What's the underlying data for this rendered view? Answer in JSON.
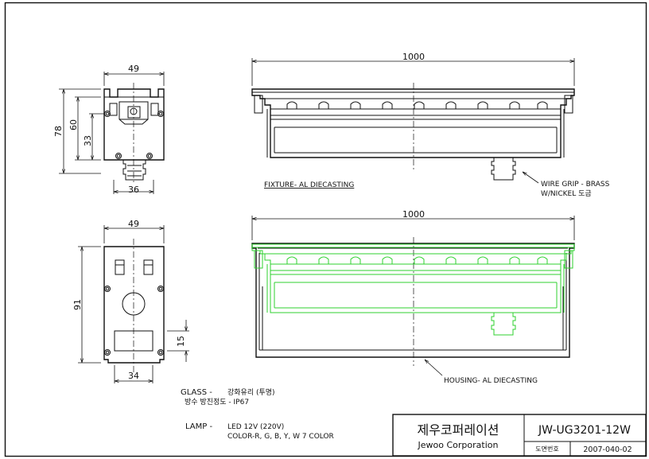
{
  "dimensions": {
    "top_end": {
      "width": "49",
      "height_total": "78",
      "height_mid": "60",
      "height_low": "33",
      "base_width": "36"
    },
    "side_top": {
      "length": "1000"
    },
    "side_bottom": {
      "length": "1000"
    },
    "bottom_end": {
      "width": "49",
      "height": "91",
      "window_h": "15",
      "base_width": "34"
    }
  },
  "labels": {
    "fixture": "FIXTURE- AL DIECASTING",
    "wire_grip_1": "WIRE GRIP - BRASS",
    "wire_grip_2": "W/NICKEL 도금",
    "housing": "HOUSING- AL DIECASTING"
  },
  "notes": {
    "glass_label": "GLASS  -",
    "glass_1": "강화유리 (투명)",
    "glass_2": "방수 방진정도 - IP67",
    "lamp_label": "LAMP  -",
    "lamp_1": "LED 12V (220V)",
    "lamp_2": "COLOR-R, G, B, Y, W 7 COLOR"
  },
  "title_block": {
    "company_kr": "제우코퍼레이션",
    "company_en": "Jewoo Corporation",
    "model": "JW-UG3201-12W",
    "drawing_no_label": "도면번호",
    "drawing_no": "2007-040-02"
  },
  "colors": {
    "line": "#111111",
    "overlay": "#2fd12f",
    "paper": "#ffffff"
  }
}
